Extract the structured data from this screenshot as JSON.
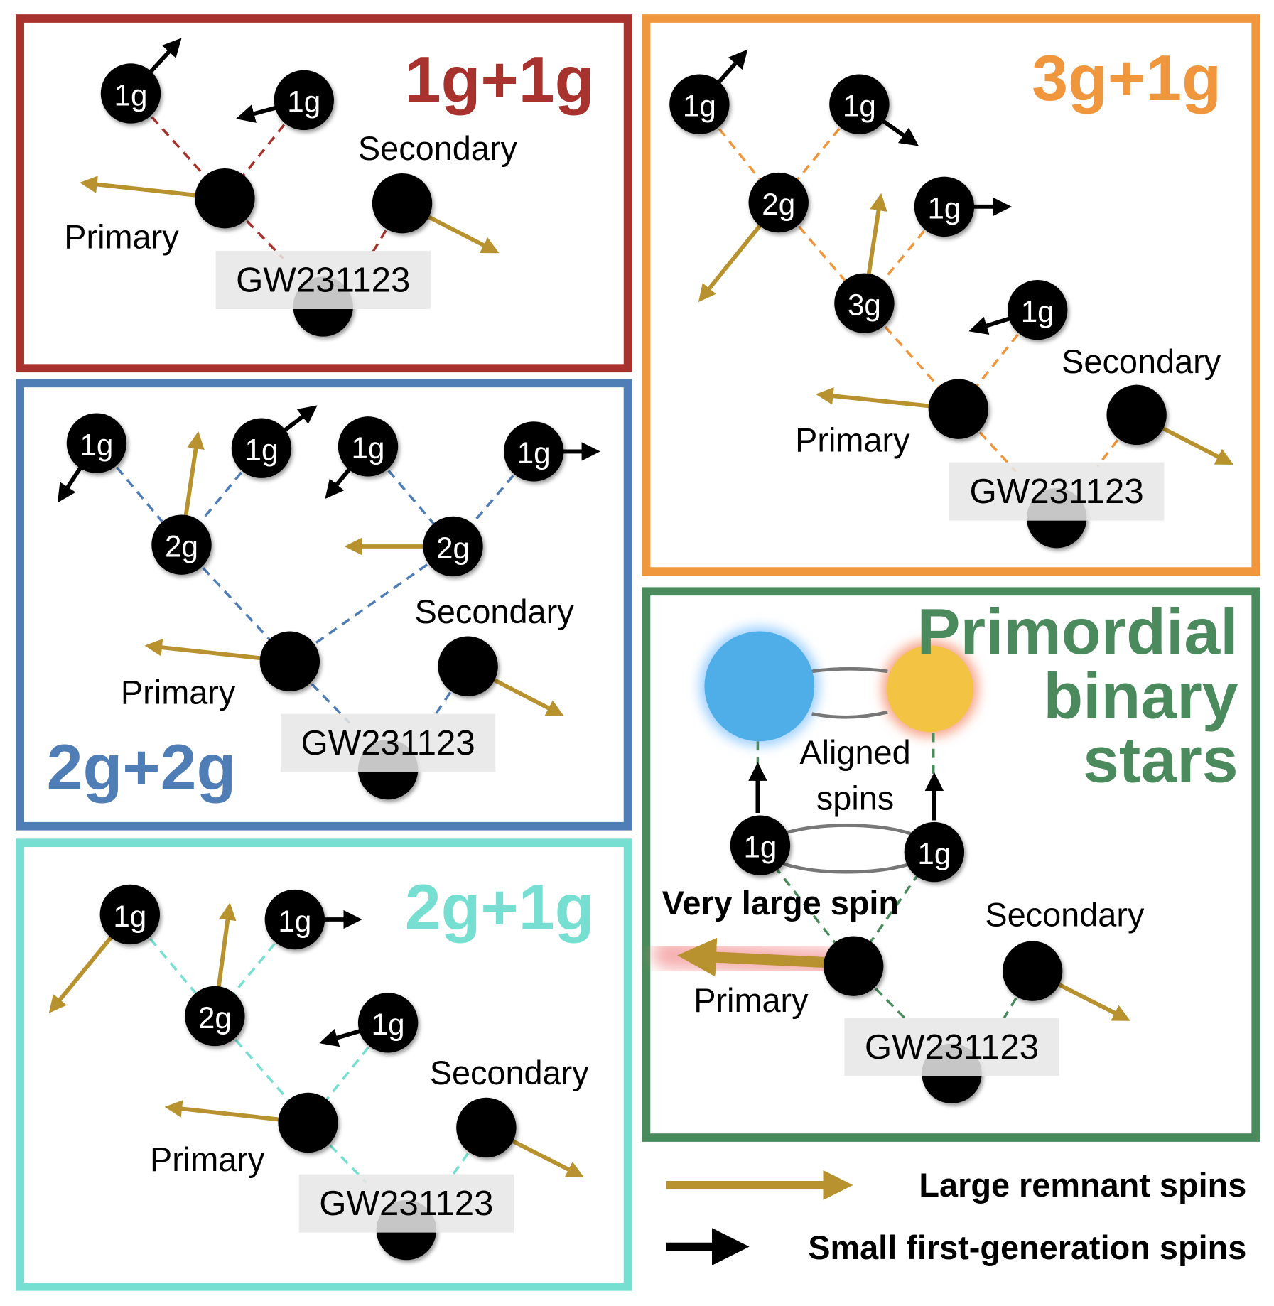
{
  "colors": {
    "panel_1g1g": "#a8322d",
    "panel_2g2g": "#4f7db5",
    "panel_2g1g": "#77dfd1",
    "panel_3g1g": "#f0963c",
    "panel_primordial": "#4a8a5c",
    "large_spin": "#b8922e",
    "small_spin": "#000000",
    "star_blue": "#4faee8",
    "star_yellow": "#f3c443"
  },
  "panels": {
    "p1g1g": {
      "title": "1g+1g",
      "primary": "Primary",
      "secondary": "Secondary",
      "event": "GW231123",
      "nodes": [
        "1g",
        "1g"
      ]
    },
    "p2g2g": {
      "title": "2g+2g",
      "primary": "Primary",
      "secondary": "Secondary",
      "event": "GW231123",
      "nodes": [
        "1g",
        "1g",
        "1g",
        "1g",
        "2g",
        "2g"
      ]
    },
    "p2g1g": {
      "title": "2g+1g",
      "primary": "Primary",
      "secondary": "Secondary",
      "event": "GW231123",
      "nodes": [
        "1g",
        "1g",
        "2g",
        "1g"
      ]
    },
    "p3g1g": {
      "title": "3g+1g",
      "primary": "Primary",
      "secondary": "Secondary",
      "event": "GW231123",
      "nodes": [
        "1g",
        "1g",
        "2g",
        "1g",
        "3g",
        "1g"
      ]
    },
    "pprim": {
      "title_lines": [
        "Primordial",
        "binary",
        "stars"
      ],
      "primary": "Primary",
      "secondary": "Secondary",
      "event": "GW231123",
      "nodes": [
        "1g",
        "1g"
      ],
      "aligned": [
        "Aligned",
        "spins"
      ],
      "very_large": "Very large spin"
    }
  },
  "legend": {
    "large": "Large remnant spins",
    "small": "Small first-generation spins"
  }
}
